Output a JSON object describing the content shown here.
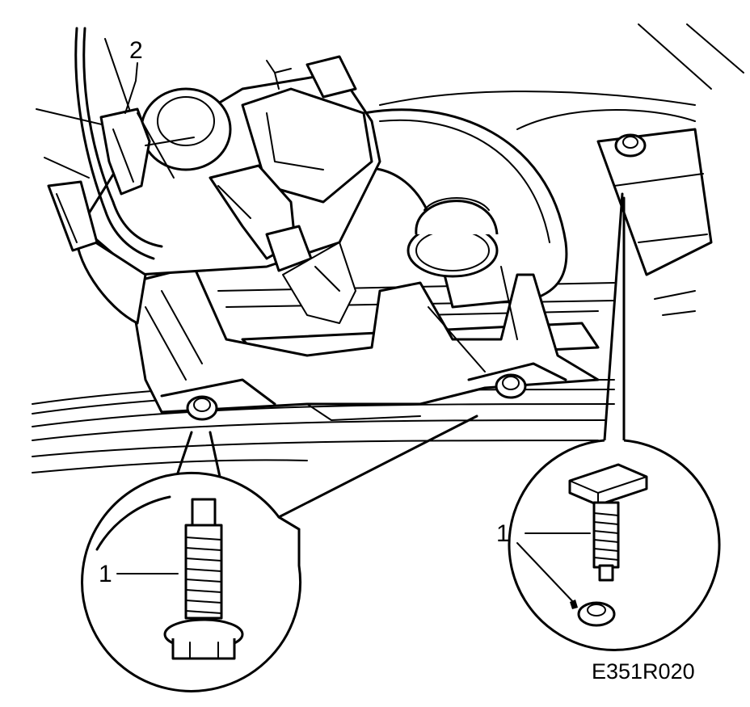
{
  "callouts": {
    "item_1_left": "1",
    "item_2": "2",
    "item_1_right": "1"
  },
  "figure_code": "E351R020",
  "colors": {
    "ink": "#000000",
    "paper": "#ffffff"
  }
}
